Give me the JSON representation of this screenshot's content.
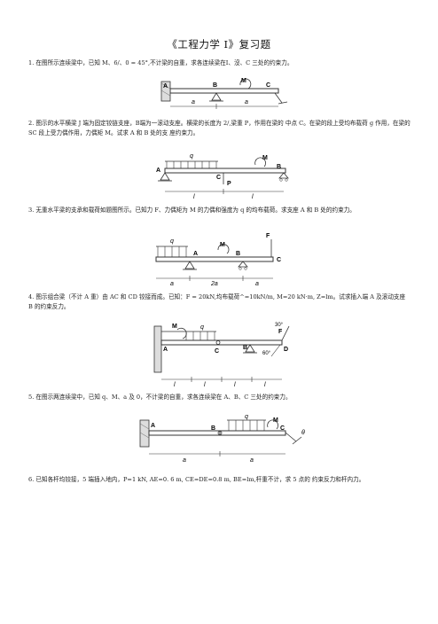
{
  "title": "《工程力学 I》复习题",
  "questions": [
    {
      "text": "1. 在图所示连续梁中，已知 M、6/、0 = 45°,不计梁的自重，求各连续梁在I、沒、C 三处的约束力。",
      "figure_labels": [
        "A",
        "B",
        "M",
        "C",
        "a",
        "a"
      ]
    },
    {
      "text": "2. 图示的水平横梁 J 端为固定铰链支座，B端为一滚动支座。横梁的长度为 2/,梁重 P，作用在梁的 中点 C。在梁的段上受均布载荷 g 作用，在梁的 SC 段上受力偶作用，力偶矩 M。试求 A 和 B 处的支 座约束力。",
      "figure_labels": [
        "q",
        "M",
        "A",
        "B",
        "C",
        "P",
        "l",
        "l"
      ]
    },
    {
      "text": "3. 无重水平梁的支承和载荷如题图所示。已知力 F、力偶矩为 M 的力偶和强度为 q 的均布载荷。求支座 A 和 B 处的约束力。",
      "figure_labels": [
        "q",
        "F",
        "M",
        "A",
        "B",
        "C",
        "a",
        "2a",
        "a"
      ]
    },
    {
      "text": "4. 图示组合梁（不计 A 重）由 AC 和 CD 铰接而成。已知：F = 20kN,均布载荷^=10kN/m, M=20 kN·m, Z=lm。试求插入端 A 及滚动支座 B 的约束反力。",
      "figure_labels": [
        "M",
        "q",
        "F",
        "30°",
        "A",
        "C",
        "B",
        "D",
        "60°",
        "l",
        "l",
        "l",
        "l"
      ]
    },
    {
      "text": "5. 在图示两连续梁中，已知 q、M、a 及 0，不计梁的自重，求各连续梁在 A、B、C 三处的约束力。",
      "figure_labels": [
        "A",
        "B",
        "q",
        "M",
        "C",
        "θ",
        "a",
        "a"
      ]
    },
    {
      "text": "6. 已知各杆均铰接，5 端插入地内，P=1 kN, AE=0. 6 m, CE=DE=0.8 m, BE=lm,杆重不计，求 5 点的 约束反力和杆内力。",
      "figure_labels": []
    }
  ]
}
